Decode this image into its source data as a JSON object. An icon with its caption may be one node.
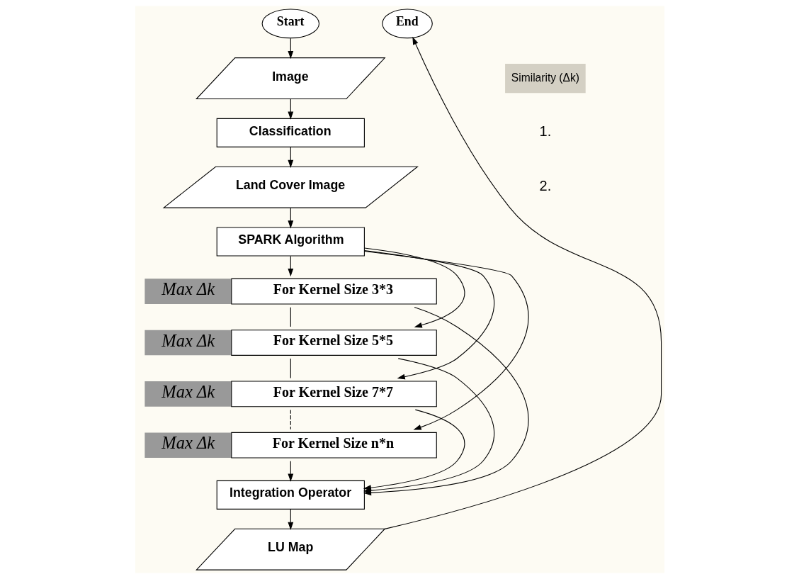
{
  "diagram": {
    "nodes": [
      {
        "text": [
          "Start"
        ]
      },
      {
        "text": [
          "Image"
        ]
      },
      {
        "text": [
          "Classification"
        ]
      },
      {
        "text": [
          "Land Cover Image"
        ]
      },
      {
        "text": [
          "SPARK Algorithm"
        ]
      },
      {
        "text": [
          "Max Δk",
          "For Kernel Size 3*3"
        ]
      },
      {
        "text": [
          "Max Δk",
          "For Kernel Size 5*5"
        ]
      },
      {
        "text": [
          "Max Δk",
          "For Kernel Size 7*7"
        ]
      },
      {
        "text": [
          "Max Δk",
          "For Kernel Size n*n"
        ]
      },
      {
        "text": [
          "Integration Operator"
        ]
      },
      {
        "text": [
          "LU Map"
        ]
      },
      {
        "text": [
          "End"
        ]
      }
    ],
    "edges": [
      {
        "from": 0,
        "to": 1,
        "arrow": "to"
      },
      {
        "from": 1,
        "to": 2,
        "arrow": "to"
      },
      {
        "from": 2,
        "to": 3,
        "arrow": "to"
      },
      {
        "from": 3,
        "to": 4,
        "arrow": "to"
      },
      {
        "from": 4,
        "to": 5,
        "arrow": "to"
      },
      {
        "from": 4,
        "to": 6,
        "arrow": "to"
      },
      {
        "from": 4,
        "to": 7,
        "arrow": "to"
      },
      {
        "from": 4,
        "to": 8,
        "arrow": "to"
      },
      {
        "from": 5,
        "to": 6,
        "arrow": "none"
      },
      {
        "from": 6,
        "to": 7,
        "arrow": "none"
      },
      {
        "from": 7,
        "to": 8,
        "arrow": "none",
        "style": "dashed"
      },
      {
        "from": 5,
        "to": 9,
        "arrow": "to"
      },
      {
        "from": 6,
        "to": 9,
        "arrow": "to"
      },
      {
        "from": 7,
        "to": 9,
        "arrow": "to"
      },
      {
        "from": 8,
        "to": 9,
        "arrow": "to"
      },
      {
        "from": 9,
        "to": 10,
        "arrow": "to"
      },
      {
        "from": 10,
        "to": 11,
        "arrow": "to"
      }
    ],
    "labels": [
      "Similarity (Δk)",
      "1.",
      "2."
    ]
  }
}
